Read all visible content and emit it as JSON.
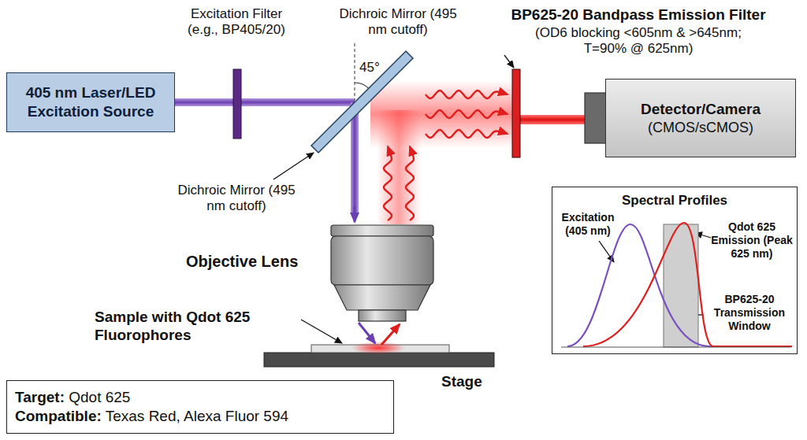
{
  "diagram": {
    "nodes": [
      {
        "text": [
          "405 nm Laser/LED Excitation Source"
        ]
      },
      {
        "text": [
          "Detector/Camera",
          "(CMOS/sCMOS)"
        ]
      },
      {
        "text": [
          "Spectral Profiles"
        ]
      },
      {
        "text": [
          "Target: Qdot 625",
          "Compatible: Texas Red, Alexa Fluor 594"
        ]
      }
    ],
    "labels": [
      "Excitation Filter (e.g., BP405/20)",
      "Dichroic Mirror (495 nm cutoff)",
      "45°",
      "BP625-20 Bandpass Emission Filter",
      "(OD6 blocking <605nm & >645nm; T=90% @ 625nm)",
      "Dichroic Mirror (495 nm cutoff)",
      "Objective Lens",
      "Sample with Qdot 625 Fluorophores",
      "Stage",
      "Excitation (405 nm)",
      "Qdot 625 Emission (Peak 625 nm)",
      "BP625-20 Transmission Window"
    ]
  }
}
